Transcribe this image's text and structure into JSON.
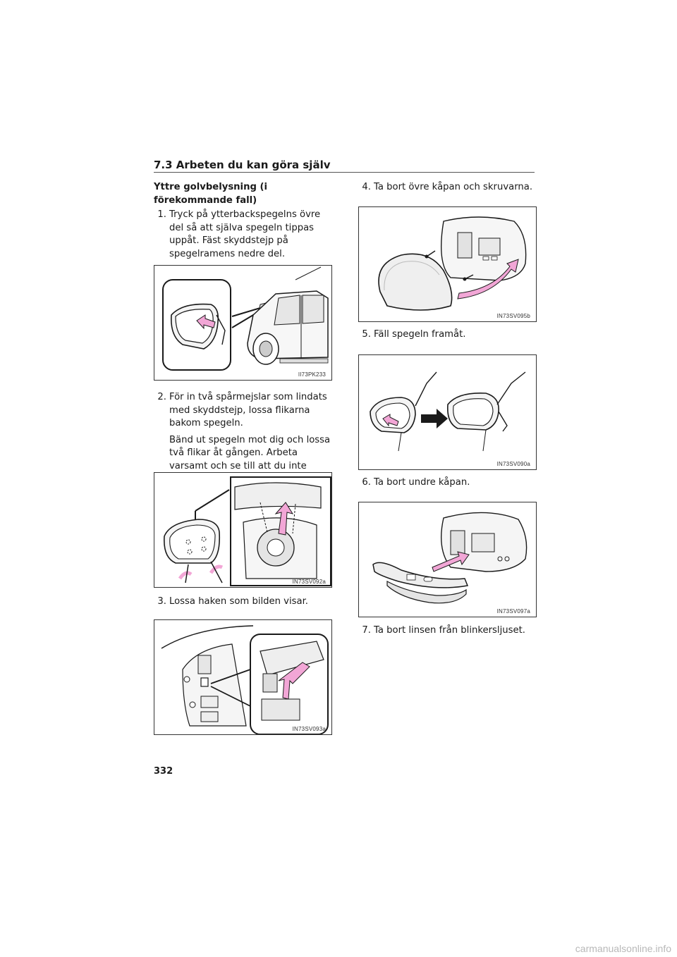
{
  "header": {
    "section": "7.3  Arbeten du kan göra själv"
  },
  "left": {
    "title": "Yttre golvbelysning (i förekommande fall)",
    "step1": {
      "num": "1.",
      "text": "Tryck på ytterbackspegelns övre del så att själva spegeln tippas uppåt. Fäst skyddstejp på spegelramens nedre del."
    },
    "fig1": {
      "code": "II73PK233"
    },
    "step2": {
      "num": "2.",
      "text": "För in två spårmejslar som lindats med skyddstejp, lossa flikarna bakom spegeln.",
      "extra": "Bänd ut spegeln mot dig och lossa två flikar åt gången. Arbeta varsamt och se till att du inte tappar spegeln."
    },
    "fig2": {
      "code": "IN73SV092a"
    },
    "step3": {
      "num": "3.",
      "text": "Lossa haken som bilden visar."
    },
    "fig3": {
      "code": "IN73SV093a"
    }
  },
  "right": {
    "step4": {
      "num": "4.",
      "text": "Ta bort övre kåpan och skruvarna."
    },
    "fig4": {
      "code": "IN73SV095b"
    },
    "step5": {
      "num": "5.",
      "text": "Fäll spegeln framåt."
    },
    "fig5": {
      "code": "IN73SV090a"
    },
    "step6": {
      "num": "6.",
      "text": "Ta bort undre kåpan."
    },
    "fig6": {
      "code": "IN73SV097a"
    },
    "step7": {
      "num": "7.",
      "text": "Ta bort linsen från blinkersljuset."
    }
  },
  "footer": {
    "page": "332",
    "watermark": "carmanualsonline.info"
  },
  "colors": {
    "arrow_pink": "#f2a6d6",
    "ink": "#1a1a1a",
    "light_gray": "#e6e6e6"
  }
}
